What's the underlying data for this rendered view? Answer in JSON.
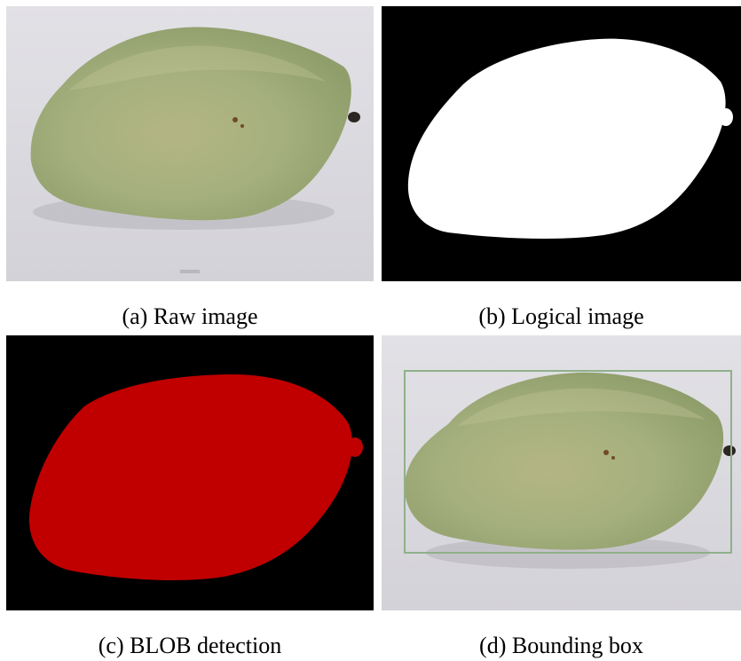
{
  "figure": {
    "panels": [
      {
        "id": "a",
        "caption": "(a) Raw image"
      },
      {
        "id": "b",
        "caption": "(b) Logical image"
      },
      {
        "id": "c",
        "caption": "(c) BLOB detection"
      },
      {
        "id": "d",
        "caption": "(d) Bounding box"
      }
    ]
  },
  "colors": {
    "background_paper": "#dcdbe0",
    "mango_green": "#a3b27e",
    "mango_blush": "#b9a77c",
    "stem": "#2b2621",
    "mask_white": "#ffffff",
    "mask_black": "#000000",
    "blob_red": "#c00000",
    "bbox_outline": "#8fb08a"
  }
}
